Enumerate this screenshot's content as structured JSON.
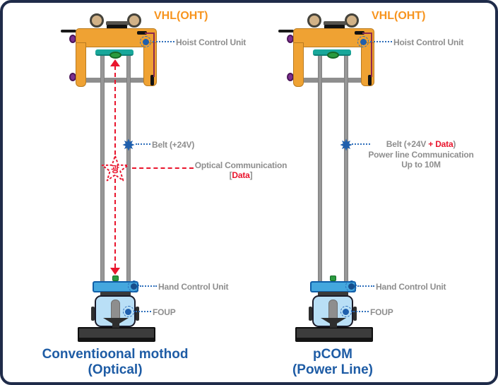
{
  "left": {
    "title": "VHL(OHT)",
    "hoist_label": "Hoist Control Unit",
    "belt_label": "Belt (+24V)",
    "optical": {
      "line1": "Optical Communication",
      "open": "[",
      "data": "Data",
      "close": "]"
    },
    "hand_label": "Hand Control Unit",
    "foup_label": "FOUP",
    "star_char": "광",
    "caption1": "Conventioonal mothod",
    "caption2": "(Optical)"
  },
  "right": {
    "title": "VHL(OHT)",
    "hoist_label": "Hoist Control Unit",
    "belt": {
      "prefix": "Belt (+24V ",
      "data": "+ Data",
      "suffix": ")",
      "line2": "Power line Communication",
      "line3": "Up to 10M"
    },
    "hand_label": "Hand Control Unit",
    "foup_label": "FOUP",
    "caption1": "pCOM",
    "caption2": "(Power Line)"
  },
  "colors": {
    "frame_navy": "#1F2B49",
    "vehicle_orange": "#EFA233",
    "title_orange": "#F7941E",
    "hoist_beam_teal": "#18A79A",
    "sensor_green": "#2B9B3F",
    "signal_red": "#E9152D",
    "marker_blue": "#1F5FAD",
    "caption_blue": "#1E5CA5",
    "label_gray": "#8E8E8E",
    "wire_maroon": "#8C2950",
    "knob_purple": "#7C2F8F",
    "hand_unit_blue": "#44A7DE",
    "foup_blue": "#B9DFF6",
    "base_gray": "#3C3C3C",
    "wheel_tan": "#D2B287",
    "belt_gray": "#979797"
  }
}
